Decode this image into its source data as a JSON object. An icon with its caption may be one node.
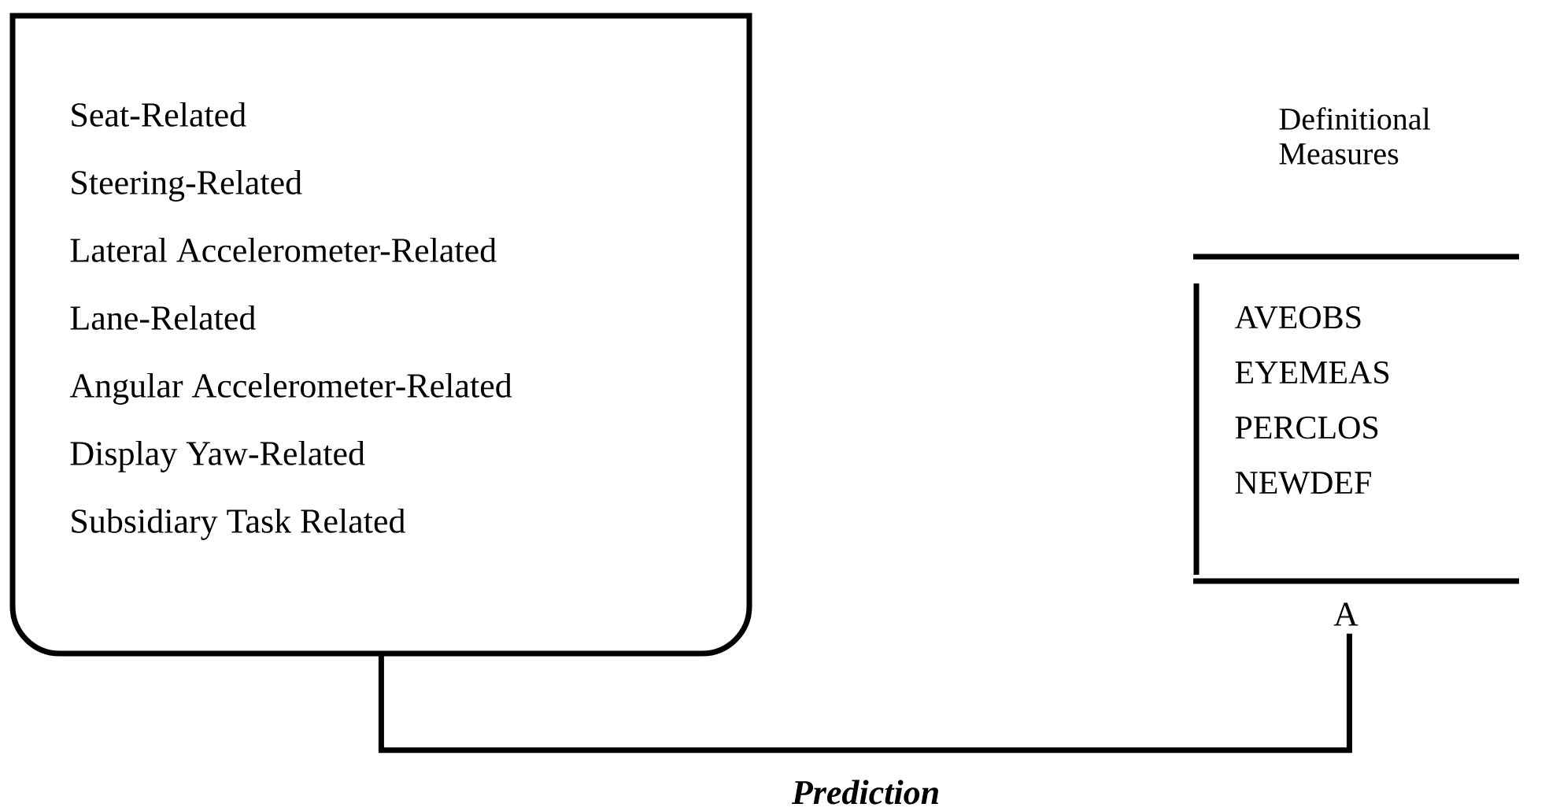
{
  "diagram": {
    "nodes": [
      {
        "text": [
          "Seat-Related",
          "Steering-Related",
          "Lateral Accelerometer-Related",
          "Lane-Related",
          "Angular Accelerometer-Related",
          "Display Yaw-Related",
          "Subsidiary Task Related"
        ]
      },
      {
        "text": [
          "Definitional Measures",
          "AVEOBS",
          "EYEMEAS",
          "PERCLOS",
          "NEWDEF"
        ]
      }
    ],
    "edges": [
      {
        "from": 0,
        "to": 1,
        "arrow": "none",
        "label": "Prediction"
      }
    ],
    "labels": [
      "A"
    ]
  }
}
